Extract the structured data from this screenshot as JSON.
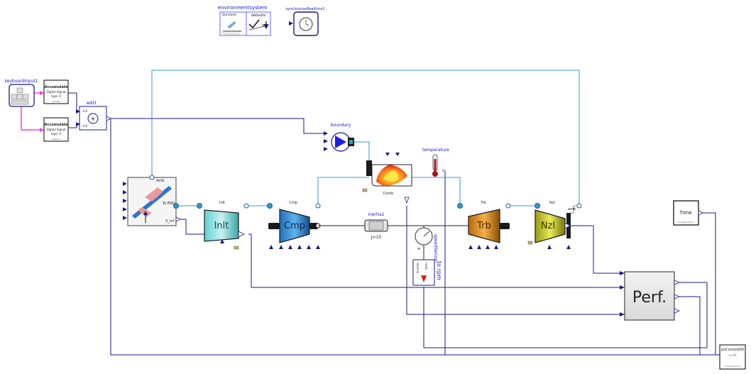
{
  "header_blocks": {
    "environment_label": "environment",
    "system_label": "system",
    "env_sub": "Standards",
    "system_sub": "defaults",
    "system_g": "g",
    "sync_label": "synchronizeRealtime1"
  },
  "keyboard": {
    "label": "keyboardInput1"
  },
  "accumulate": {
    "title": "Accumulate",
    "line2": "Digital Signal",
    "line3": "type: 0",
    "top_footer": "throttle",
    "bottom_footer": "bypass"
  },
  "add": {
    "label": "add1",
    "in1": "+1",
    "in2": "+1",
    "op": "+"
  },
  "boundary": {
    "label": "boundary"
  },
  "temperature": {
    "label": "temperature",
    "unit": "T"
  },
  "combustor": {
    "label": "Comb"
  },
  "flight": {
    "amb": "Amb",
    "to_eng": "To ENG",
    "v_inf": "V_inf"
  },
  "components": {
    "inlt": {
      "label": "Inlt",
      "text": "Inlt"
    },
    "cmp": {
      "label": "Cmp",
      "text": "Cmp"
    },
    "trb": {
      "label": "Trb",
      "text": "Trb"
    },
    "nzl": {
      "label": "Nzl",
      "text": "Nzl"
    }
  },
  "inertia": {
    "label": "inertia1",
    "sub": "J=10"
  },
  "speed": {
    "label": "speedSensor",
    "w": "w"
  },
  "torpm": {
    "label": "to rpm",
    "unit1": "rad/s",
    "unit2": "rev/min"
  },
  "amb_label": "amb",
  "time_block": {
    "label": "Time",
    "sub": "simulationTime"
  },
  "perf": {
    "label": "Perf."
  },
  "console": {
    "label": "pvConsole00",
    "sub1": "n=10",
    "sub2": "plotAndRefresh"
  },
  "colors": {
    "signal": "#1a1a80",
    "fluid": "#3399cc",
    "keyboard_wire": "#ff3ce6",
    "label_blue": "#1515c8"
  }
}
